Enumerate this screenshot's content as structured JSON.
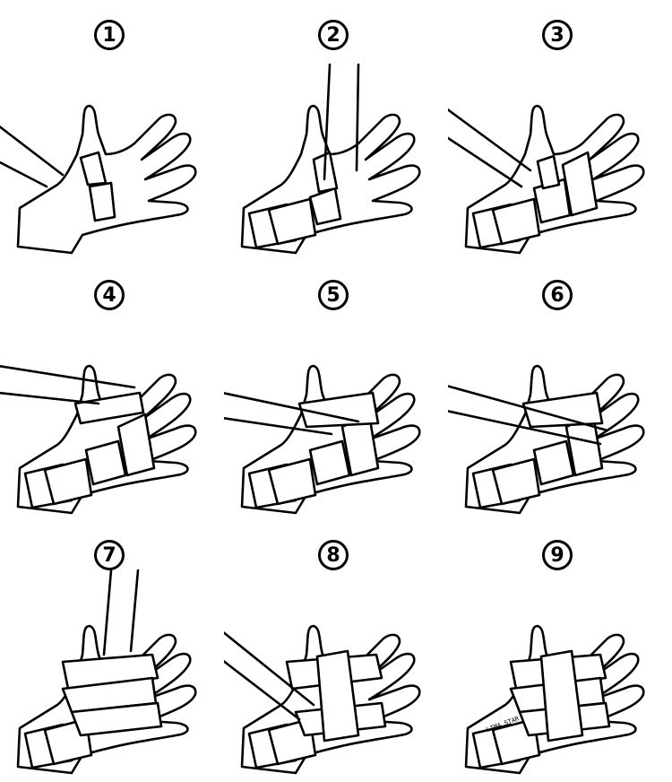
{
  "steps": [
    {
      "number": "1",
      "variant": "v1"
    },
    {
      "number": "2",
      "variant": "v2"
    },
    {
      "number": "3",
      "variant": "v3"
    },
    {
      "number": "4",
      "variant": "v4"
    },
    {
      "number": "5",
      "variant": "v5"
    },
    {
      "number": "6",
      "variant": "v6"
    },
    {
      "number": "7",
      "variant": "v7"
    },
    {
      "number": "8",
      "variant": "v8"
    },
    {
      "number": "9",
      "variant": "v9"
    }
  ],
  "step9_brand_text": "LIMA STAR"
}
